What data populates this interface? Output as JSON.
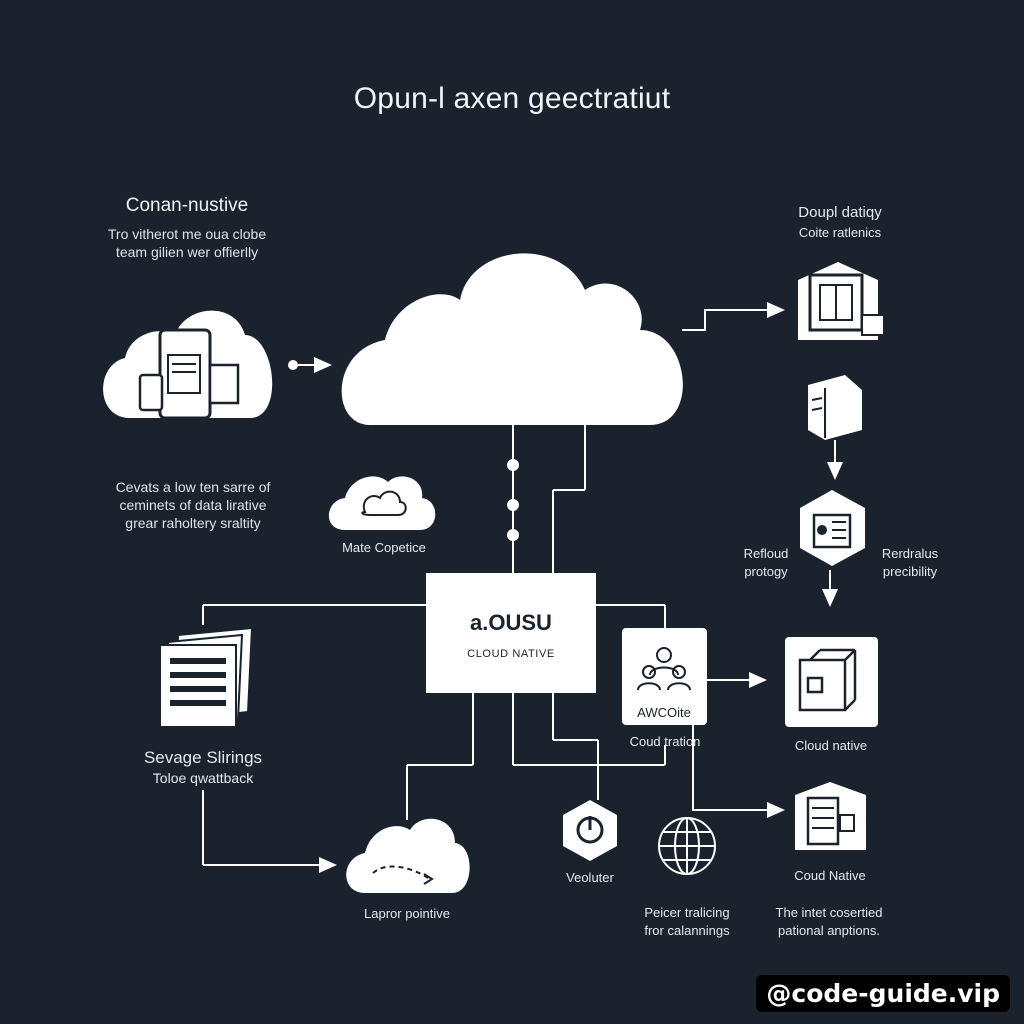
{
  "title": "Opun-l axen geectratiut",
  "left_panel": {
    "heading": "Conan-nustive",
    "desc_line1": "Tro vitherot me oua clobe",
    "desc_line2": "team gilien wer offierlly"
  },
  "left_note": {
    "line1": "Cevats a low ten sarre of",
    "line2": "ceminets of data lirative",
    "line3": "grear raholtery sraltity"
  },
  "small_cloud_label": "Mate Copetice",
  "center_box": {
    "title": "a.OUSU",
    "subtitle": "CLOUD NATIVE"
  },
  "storage": {
    "line1": "Sevage Slirings",
    "line2": "Toloe qwattback"
  },
  "bottom_cloud_label": "Lapror pointive",
  "vecluter_label": "Veoluter",
  "globe_label": {
    "line1": "Peicer tralicing",
    "line2": "fror calannings"
  },
  "awc_box": {
    "inner": "AWCOite",
    "below": "Coud tration"
  },
  "right_top": {
    "heading": "Doupl datiqy",
    "sub": "Coite ratlenics"
  },
  "right_mid_left": {
    "line1": "Refloud",
    "line2": "protogy"
  },
  "right_mid_right": {
    "line1": "Rerdralus",
    "line2": "precibility"
  },
  "right_box_label": "Cloud native",
  "right_bottom_label": "Coud Native",
  "bottom_right_note": {
    "line1": "The intet cosertied",
    "line2": "pational anptions."
  },
  "watermark": "@code-guide.vip"
}
